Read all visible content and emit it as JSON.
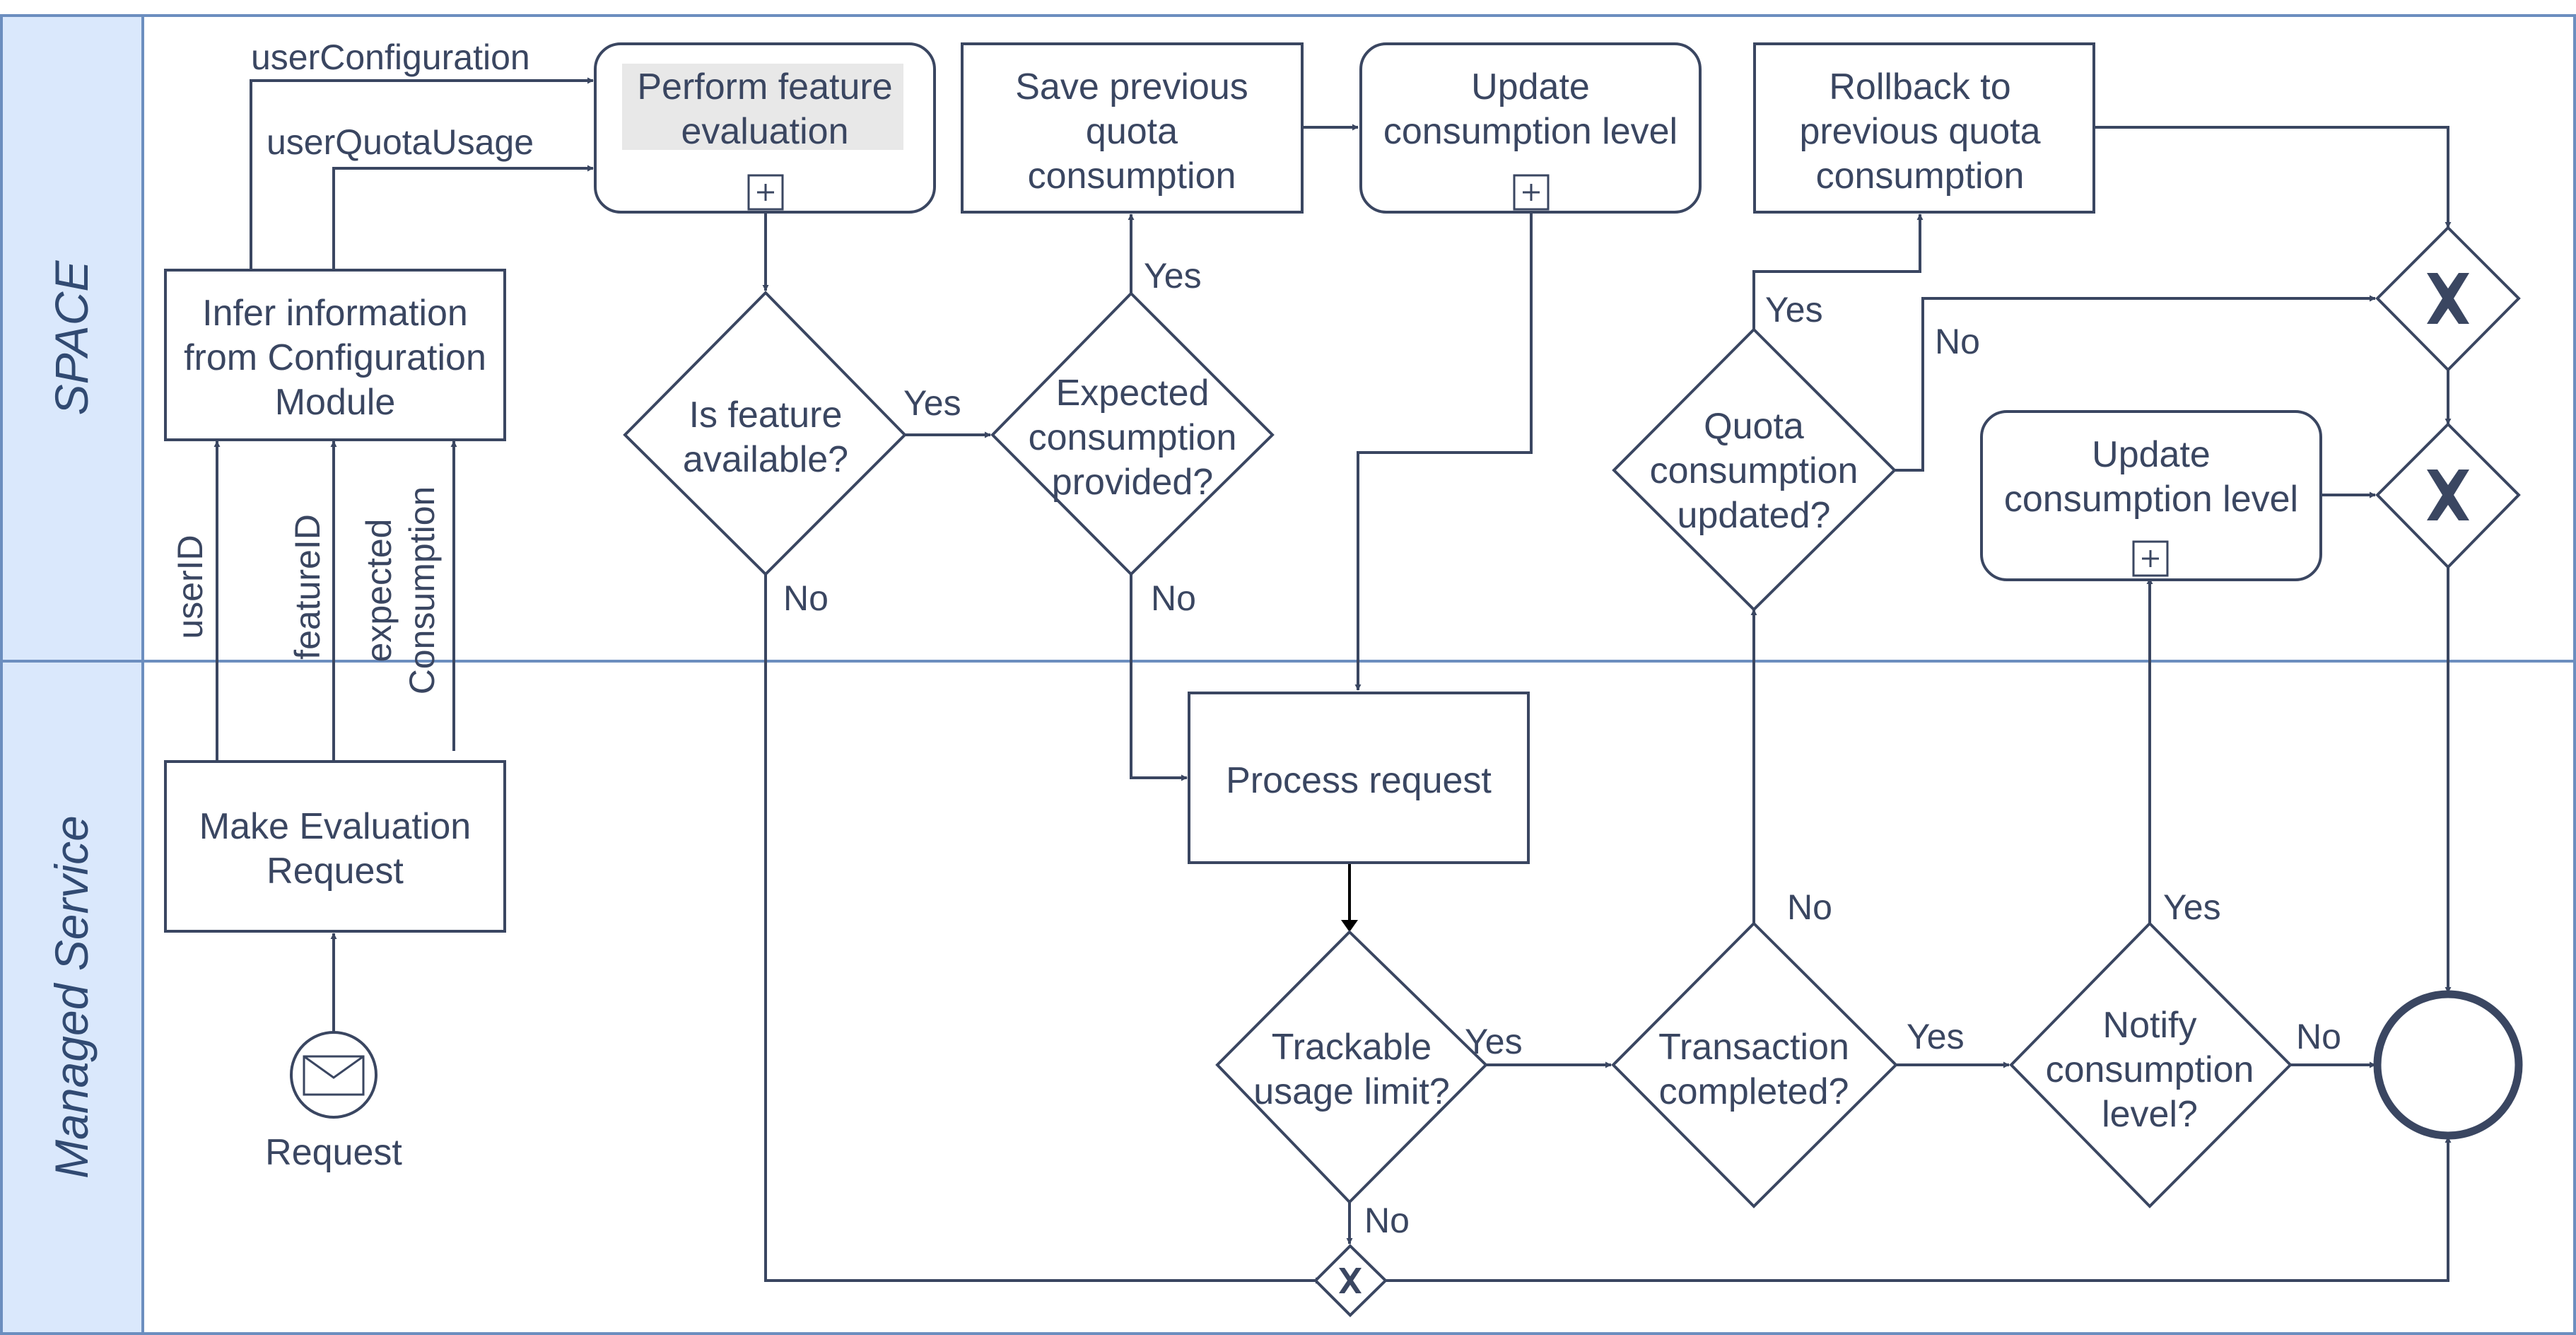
{
  "colors": {
    "lane_header_fill": "#dae8fc",
    "lane_border": "#6c8ebf",
    "stroke": "#3a4661",
    "text": "#3a4661",
    "highlight": "#e8e8e8"
  },
  "lanes": {
    "space": "SPACE",
    "managed_service": "Managed Service"
  },
  "nodes": {
    "perform_feature_evaluation": [
      "Perform feature",
      "evaluation"
    ],
    "save_previous_quota": [
      "Save previous",
      "quota",
      "consumption"
    ],
    "update_consumption_level_top": [
      "Update",
      "consumption level"
    ],
    "rollback": [
      "Rollback to",
      "previous quota",
      "consumption"
    ],
    "infer_information": [
      "Infer information",
      "from Configuration",
      "Module"
    ],
    "is_feature_available": [
      "Is feature",
      "available?"
    ],
    "expected_consumption_provided": [
      "Expected",
      "consumption",
      "provided?"
    ],
    "quota_consumption_updated": [
      "Quota",
      "consumption",
      "updated?"
    ],
    "update_consumption_level_mid": [
      "Update",
      "consumption level"
    ],
    "process_request": [
      "Process request"
    ],
    "make_evaluation_request": [
      "Make Evaluation",
      "Request"
    ],
    "request_event": [
      "Request"
    ],
    "trackable_usage_limit": [
      "Trackable",
      "usage limit?"
    ],
    "transaction_completed": [
      "Transaction",
      "completed?"
    ],
    "notify_consumption_level": [
      "Notify",
      "consumption",
      "level?"
    ]
  },
  "edge_labels": {
    "user_configuration": "userConfiguration",
    "user_quota_usage": "userQuotaUsage",
    "user_id": "userID",
    "feature_id": "featureID",
    "expected_consumption": [
      "expected",
      "Consumption"
    ],
    "yes": "Yes",
    "no": "No"
  },
  "icons": {
    "subprocess_marker": "plus-square-icon",
    "start_event": "envelope-icon",
    "gateway": "x-gateway-icon",
    "end_event": "end-circle-icon"
  }
}
